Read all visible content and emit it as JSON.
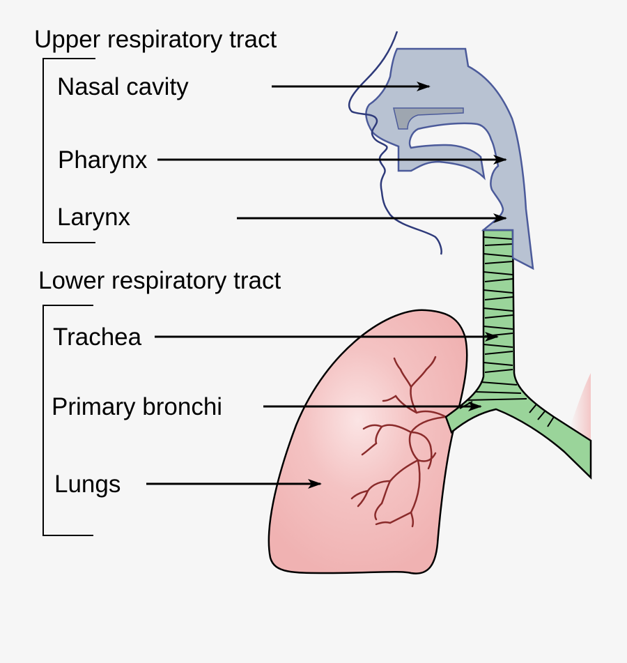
{
  "groups": {
    "upper": {
      "heading": "Upper respiratory tract",
      "labels": [
        "Nasal cavity",
        "Pharynx",
        "Larynx"
      ]
    },
    "lower": {
      "heading": "Lower respiratory tract",
      "labels": [
        "Trachea",
        "Primary bronchi",
        "Lungs"
      ]
    }
  },
  "colors": {
    "background": "#f6f6f6",
    "upper_airway_fill": "#b8c2d2",
    "upper_airway_stroke": "#4b5a9a",
    "trachea_fill": "#9ad49a",
    "lung_fill": "#f2b9b9",
    "lung_highlight": "#fbe3e3",
    "bronchiole_stroke": "#8a2b2b",
    "arrow": "#000000"
  }
}
